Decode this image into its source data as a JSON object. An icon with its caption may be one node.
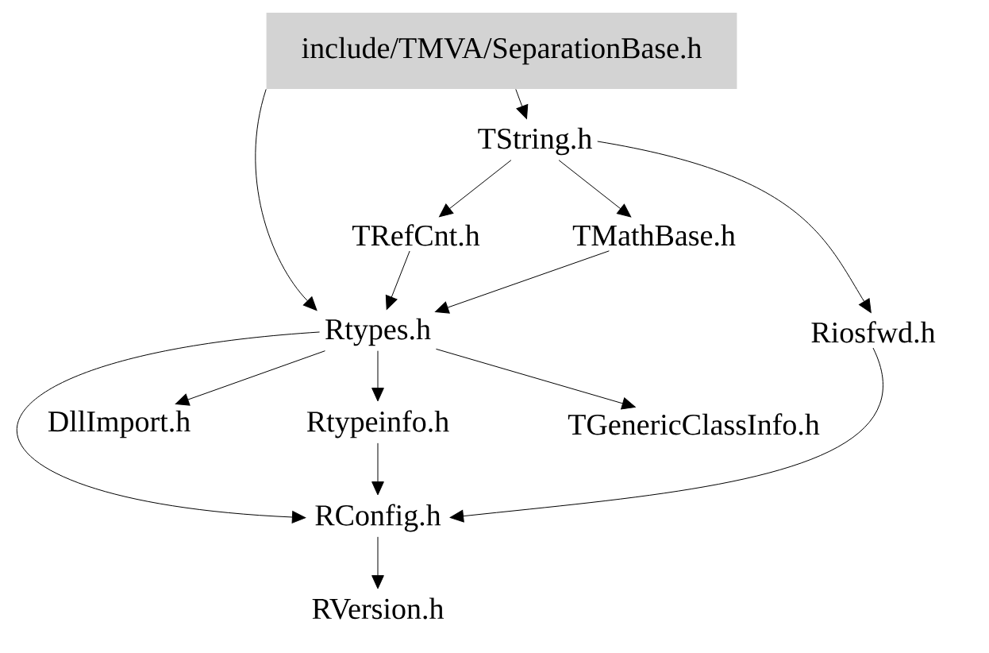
{
  "diagram": {
    "nodes": [
      {
        "text": [
          "include/TMVA/SeparationBase.h"
        ]
      },
      {
        "text": [
          "TString.h"
        ]
      },
      {
        "text": [
          "TRefCnt.h"
        ]
      },
      {
        "text": [
          "TMathBase.h"
        ]
      },
      {
        "text": [
          "Rtypes.h"
        ]
      },
      {
        "text": [
          "Riosfwd.h"
        ]
      },
      {
        "text": [
          "DllImport.h"
        ]
      },
      {
        "text": [
          "Rtypeinfo.h"
        ]
      },
      {
        "text": [
          "TGenericClassInfo.h"
        ]
      },
      {
        "text": [
          "RConfig.h"
        ]
      },
      {
        "text": [
          "RVersion.h"
        ]
      }
    ],
    "edges": [
      {
        "from": 0,
        "to": 1,
        "arrow": "to"
      },
      {
        "from": 0,
        "to": 4,
        "arrow": "to"
      },
      {
        "from": 1,
        "to": 2,
        "arrow": "to"
      },
      {
        "from": 1,
        "to": 3,
        "arrow": "to"
      },
      {
        "from": 1,
        "to": 5,
        "arrow": "to"
      },
      {
        "from": 2,
        "to": 4,
        "arrow": "to"
      },
      {
        "from": 3,
        "to": 4,
        "arrow": "to"
      },
      {
        "from": 4,
        "to": 6,
        "arrow": "to"
      },
      {
        "from": 4,
        "to": 7,
        "arrow": "to"
      },
      {
        "from": 4,
        "to": 8,
        "arrow": "to"
      },
      {
        "from": 4,
        "to": 9,
        "arrow": "to"
      },
      {
        "from": 5,
        "to": 9,
        "arrow": "to"
      },
      {
        "from": 7,
        "to": 9,
        "arrow": "to"
      },
      {
        "from": 9,
        "to": 10,
        "arrow": "to"
      }
    ]
  }
}
